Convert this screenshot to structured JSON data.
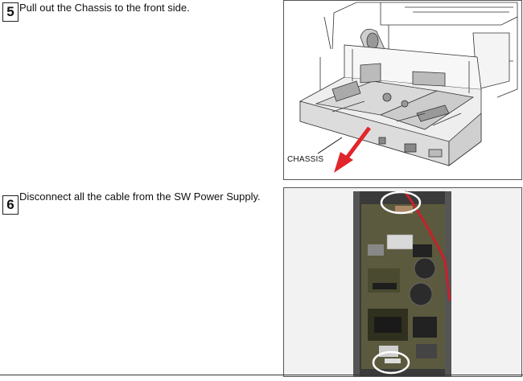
{
  "steps": [
    {
      "number": "5",
      "text": "Pull out the Chassis to the front side."
    },
    {
      "number": "6",
      "text": "Disconnect all the cable from the SW Power Supply."
    }
  ],
  "figure_chassis": {
    "label": "CHASSIS",
    "arrow_color": "#e0262a"
  },
  "figure_psu": {
    "highlight_color": "#ffffff"
  }
}
